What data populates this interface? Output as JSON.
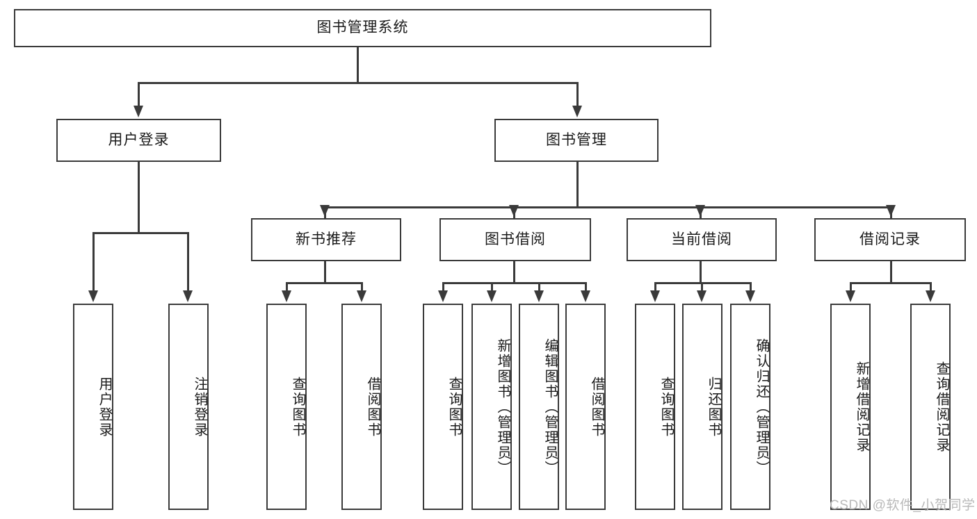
{
  "diagram": {
    "type": "tree",
    "title": "图书管理系统",
    "root": {
      "label": "图书管理系统"
    },
    "level2": [
      {
        "label": "用户登录"
      },
      {
        "label": "图书管理"
      }
    ],
    "level3": [
      {
        "label": "新书推荐"
      },
      {
        "label": "图书借阅"
      },
      {
        "label": "当前借阅"
      },
      {
        "label": "借阅记录"
      }
    ],
    "leaves": {
      "user_login": [
        {
          "label": "用户登录"
        },
        {
          "label": "注销登录"
        }
      ],
      "new_book": [
        {
          "label": "查询图书"
        },
        {
          "label": "借阅图书"
        }
      ],
      "book_borrow": [
        {
          "label": "查询图书"
        },
        {
          "label": "新增图书（管理员）"
        },
        {
          "label": "编辑图书（管理员）"
        },
        {
          "label": "借阅图书"
        }
      ],
      "current_borrow": [
        {
          "label": "查询图书"
        },
        {
          "label": "归还图书"
        },
        {
          "label": "确认归还（管理员）"
        }
      ],
      "borrow_record": [
        {
          "label": "新增借阅记录"
        },
        {
          "label": "查询借阅记录"
        }
      ]
    }
  },
  "watermark": {
    "text": "CSDN @软件_小贺同学"
  },
  "colors": {
    "stroke": "#3a3a3a",
    "background": "#ffffff",
    "text": "#1a1a1a",
    "watermark": "#b9b9b9"
  }
}
